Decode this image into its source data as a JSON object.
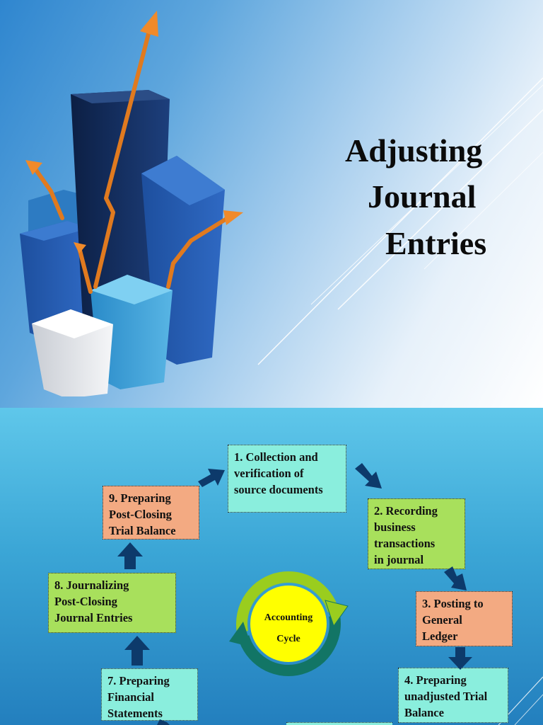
{
  "slide1": {
    "title_lines": [
      "Adjusting",
      "Journal",
      "Entries"
    ],
    "image_icon": "rising-bar-chart-3d-icon"
  },
  "slide2": {
    "steps": [
      {
        "lines": [
          "1. Collection and",
          "verification of",
          "source documents"
        ],
        "color": "#8aeedd"
      },
      {
        "lines": [
          "2. Recording",
          "business",
          "transactions",
          "in journal"
        ],
        "color": "#a8e05c"
      },
      {
        "lines": [
          "3. Posting to",
          "General",
          "Ledger"
        ],
        "color": "#f3aa82"
      },
      {
        "lines": [
          "4. Preparing",
          "unadjusted Trial",
          "Balance"
        ],
        "color": "#8aeedd"
      },
      {
        "lines": [
          "7. Preparing",
          "Financial",
          "Statements"
        ],
        "color": "#8aeedd"
      },
      {
        "lines": [
          "8. Journalizing",
          "Post-Closing",
          "Journal Entries"
        ],
        "color": "#a8e05c"
      },
      {
        "lines": [
          "9. Preparing",
          "Post-Closing",
          "Trial Balance"
        ],
        "color": "#f3aa82"
      }
    ],
    "cycle": {
      "line1": "Accounting",
      "line2": "Cycle",
      "colors": {
        "outer_top": "#9acd1e",
        "outer_bottom": "#127565",
        "center": "#ffff00"
      }
    },
    "arrow_color": "#0d3a6b",
    "arrow_icon": "block-arrow-icon"
  }
}
